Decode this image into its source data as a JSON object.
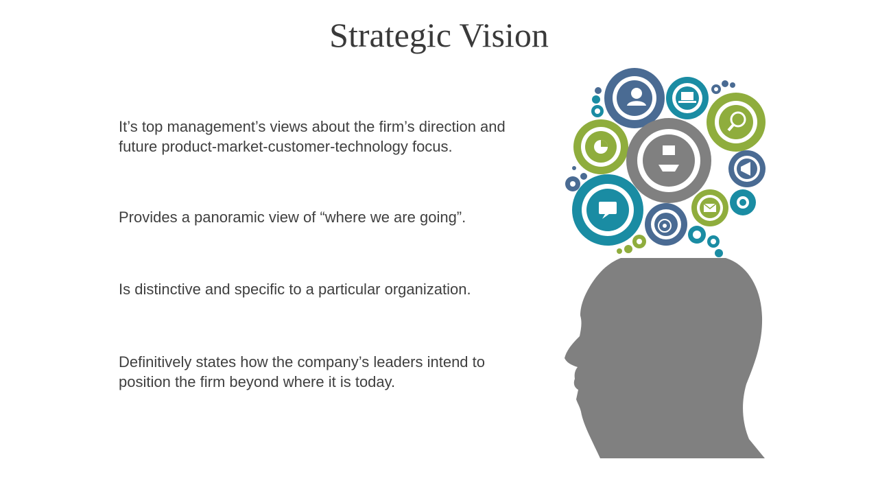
{
  "slide": {
    "title": "Strategic Vision",
    "paragraphs": [
      "It’s top management’s views about the firm’s direction and future product-market-customer-technology focus.",
      "Provides a panoramic view of “where we are going”.",
      "Is distinctive and specific to a particular organization.",
      "Definitively states how the company’s leaders intend to position the firm beyond where it is today."
    ]
  },
  "illustration": {
    "head_color": "#808080",
    "gear_colors": {
      "blue": "#4a6b93",
      "teal": "#1a8ca3",
      "green": "#8fad3d",
      "gray": "#808080"
    },
    "icons": [
      "person-icon",
      "laptop-icon",
      "magnifier-chart-icon",
      "pie-chart-icon",
      "hand-sharing-icon",
      "megaphone-icon",
      "chat-icon",
      "target-icon",
      "mail-icon"
    ]
  }
}
